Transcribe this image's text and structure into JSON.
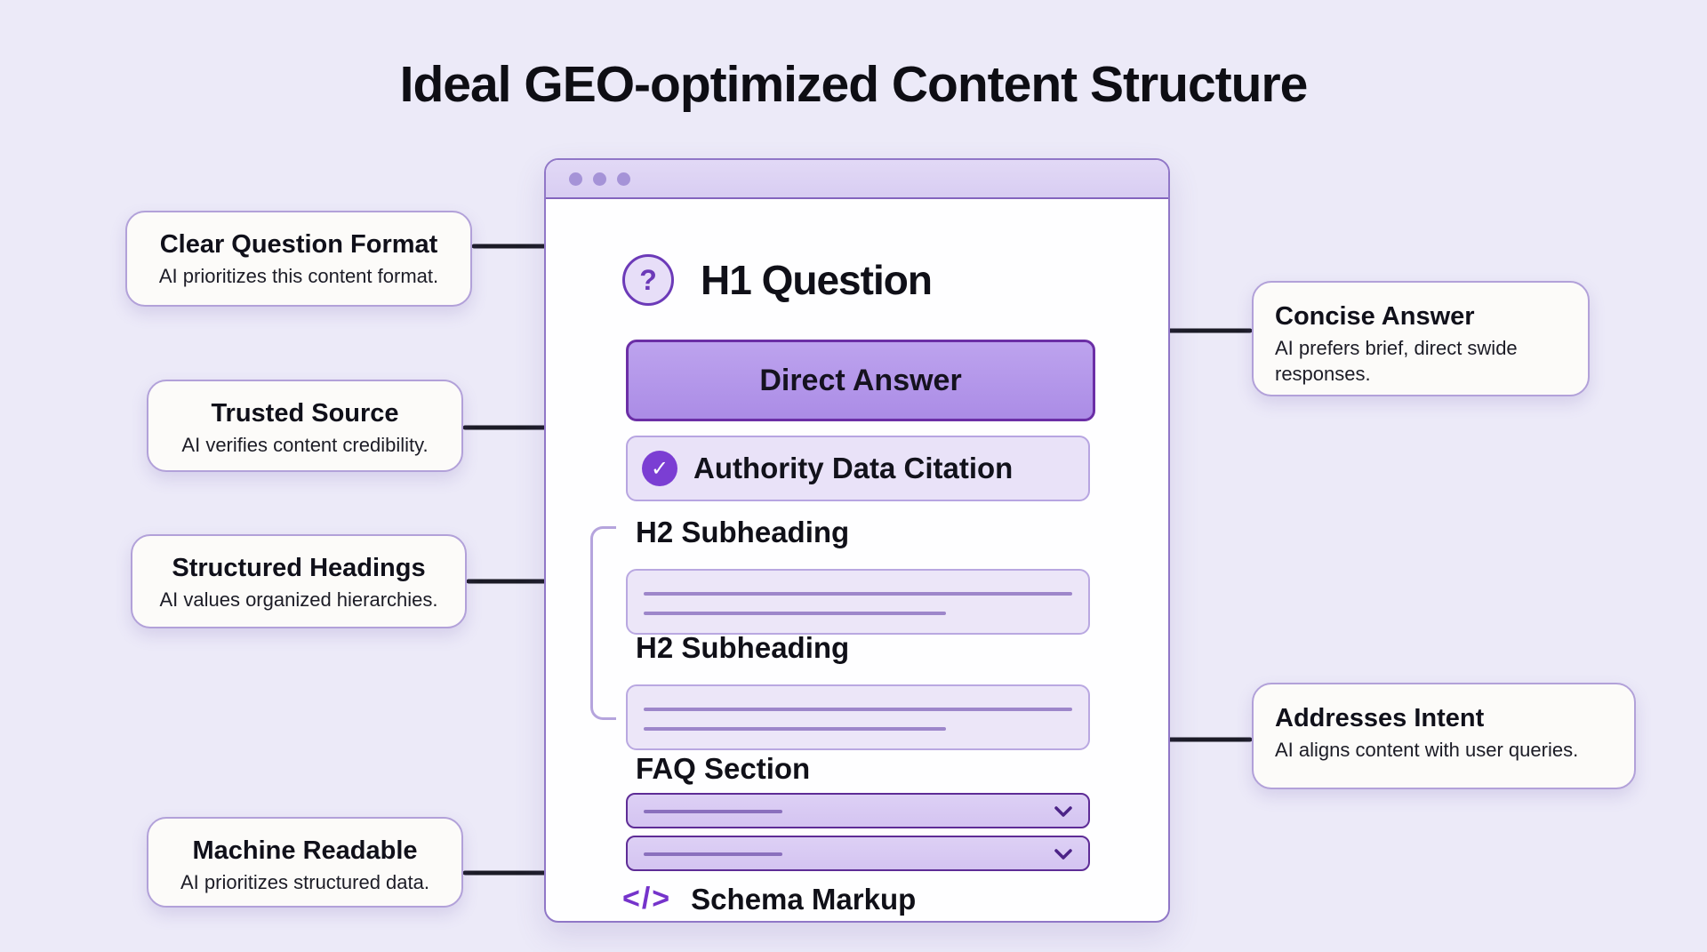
{
  "title": "Ideal GEO-optimized Content Structure",
  "colors": {
    "background": "#eceaf8",
    "window_border": "#9077c7",
    "titlebar_bg": "#dcd2f4",
    "accent_purple": "#7b3ed3",
    "direct_answer_fill": "#b194ea",
    "direct_answer_border": "#6b2ea6",
    "light_purple_fill": "#e9e2f8",
    "faq_bar_fill": "#d9cbf3",
    "faq_bar_border": "#5e2c96",
    "arrow_color": "#1b1b26"
  },
  "browser": {
    "h1_icon_glyph": "?",
    "h1_label": "H1 Question",
    "direct_answer_label": "Direct Answer",
    "check_icon_glyph": "✓",
    "authority_label": "Authority Data Citation",
    "h2_label_1": "H2 Subheading",
    "h2_label_2": "H2 Subheading",
    "faq_label": "FAQ Section",
    "schema_icon_glyph": "</>",
    "schema_label": "Schema Markup"
  },
  "callouts": {
    "left": [
      {
        "title": "Clear Question Format",
        "desc": "AI prioritizes this content format."
      },
      {
        "title": "Trusted Source",
        "desc": "AI verifies content credibility."
      },
      {
        "title": "Structured Headings",
        "desc": "AI values organized hierarchies."
      },
      {
        "title": "Machine Readable",
        "desc": "AI prioritizes structured data."
      }
    ],
    "right": [
      {
        "title": "Concise Answer",
        "desc": "AI prefers brief, direct swide responses."
      },
      {
        "title": "Addresses Intent",
        "desc": "AI aligns content with user queries."
      }
    ]
  }
}
